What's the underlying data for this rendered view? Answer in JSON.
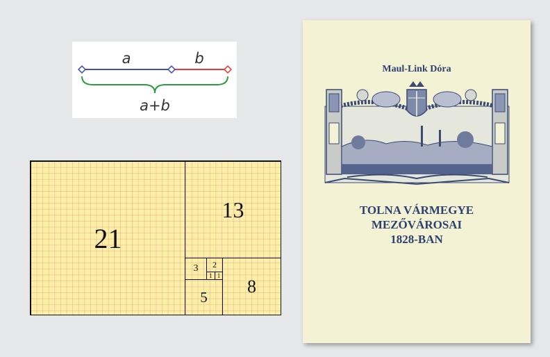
{
  "diagram": {
    "label_a": "a",
    "label_b": "b",
    "label_sum": "a+b",
    "colors": {
      "a_segment": "#3d4fb5",
      "b_segment": "#e33b3b",
      "brace": "#2e9a3e"
    }
  },
  "fibonacci": {
    "squares": [
      "21",
      "13",
      "8",
      "5",
      "3",
      "2",
      "1",
      "1"
    ],
    "colors": {
      "fill": "#fcf0a6",
      "grid": "#e9aa96"
    }
  },
  "book": {
    "author": "Maul-Link Dóra",
    "title_lines": [
      "TOLNA VÁRMEGYE",
      "MEZŐVÁROSAI",
      "1828-BAN"
    ],
    "colors": {
      "cover": "#f4f2d4",
      "ink": "#2c4170"
    }
  }
}
